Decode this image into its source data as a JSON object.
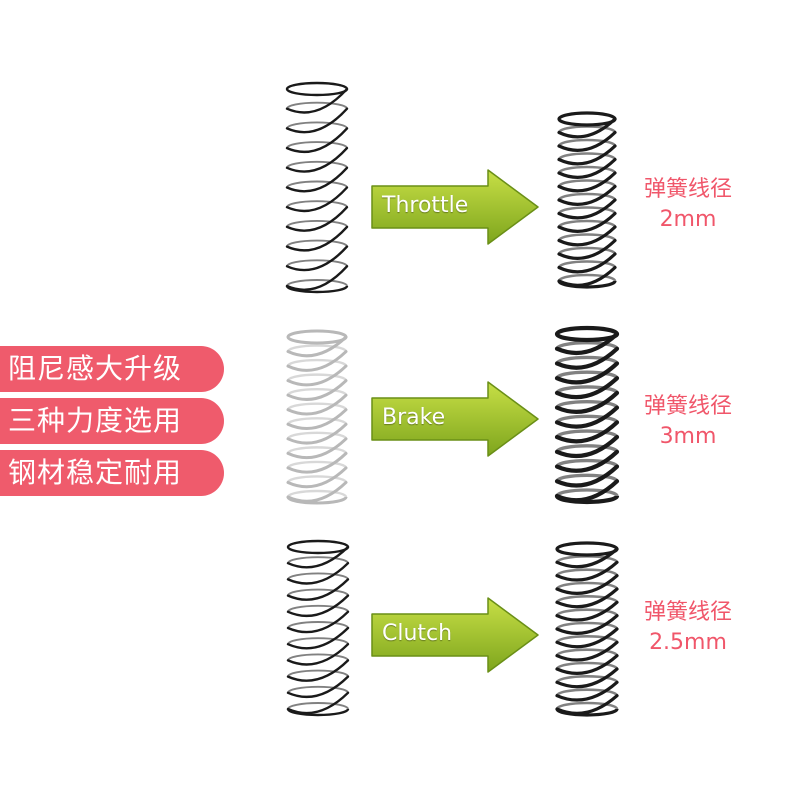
{
  "badges": [
    "阻尼感大升级",
    "三种力度选用",
    "钢材稳定耐用"
  ],
  "rows": [
    {
      "name": "throttle",
      "label": "Throttle",
      "spec_title": "弹簧线径",
      "spec_value": "2mm"
    },
    {
      "name": "brake",
      "label": "Brake",
      "spec_title": "弹簧线径",
      "spec_value": "3mm"
    },
    {
      "name": "clutch",
      "label": "Clutch",
      "spec_title": "弹簧线径",
      "spec_value": "2.5mm"
    }
  ],
  "colors": {
    "badge_bg": "#ef5b6c",
    "spec_text": "#f0566a",
    "arrow_light": "#c7df46",
    "arrow_dark": "#7ea51d",
    "spring_black": "#1a1a1a",
    "spring_silver": "#b8b8b8"
  },
  "icons": [
    "spring-icon",
    "arrow-right-icon"
  ]
}
